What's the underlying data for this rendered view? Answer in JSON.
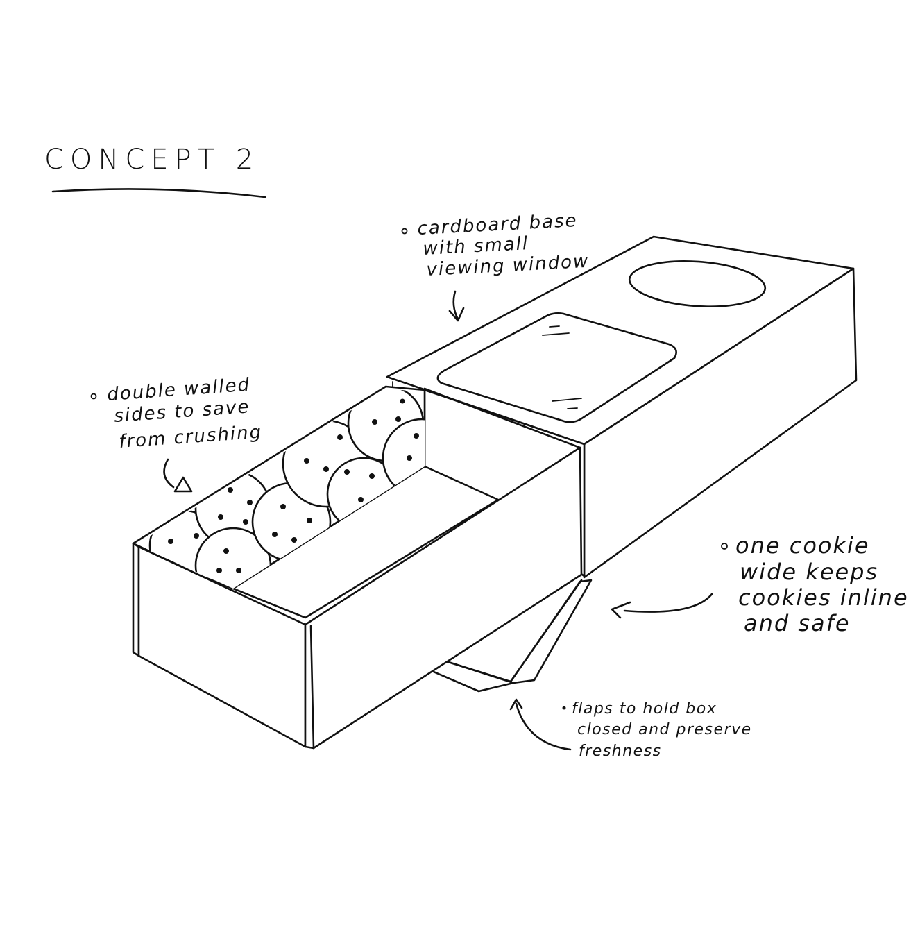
{
  "title": "CONCEPT 2",
  "annotations": {
    "cardboard_base": {
      "lines": [
        "cardboard base",
        "with small",
        "viewing window"
      ]
    },
    "double_walled": {
      "lines": [
        "double walled",
        "sides to save",
        "from crushing"
      ]
    },
    "one_cookie": {
      "lines": [
        "one cookie",
        "wide keeps",
        "cookies inline",
        "and safe"
      ]
    },
    "flaps": {
      "lines": [
        "flaps to hold box",
        "closed and preserve",
        "freshness"
      ]
    }
  },
  "colors": {
    "ink": "#111111",
    "paper": "#ffffff"
  },
  "icons": [
    "arrow-icon",
    "cookie-icon",
    "bullet-icon"
  ]
}
